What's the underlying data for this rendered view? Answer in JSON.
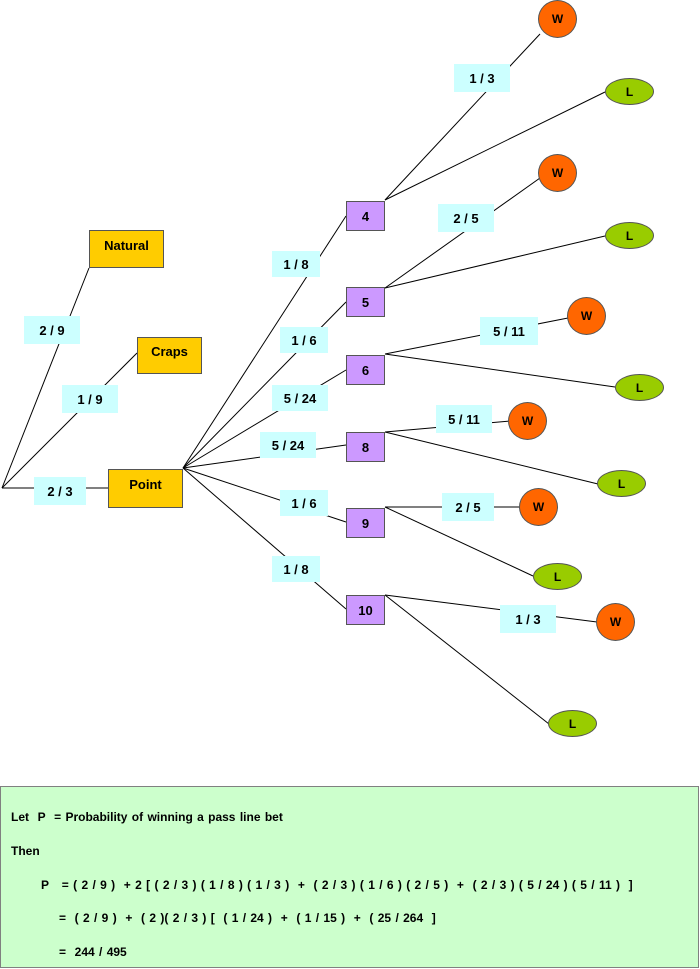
{
  "initial_outcomes": {
    "natural": {
      "label": "Natural",
      "prob": "2 / 9"
    },
    "craps": {
      "label": "Craps",
      "prob": "1 / 9"
    },
    "point": {
      "label": "Point",
      "prob": "2 / 3"
    }
  },
  "points": [
    {
      "number": "4",
      "prob": "1 / 8",
      "win_prob": "1 / 3"
    },
    {
      "number": "5",
      "prob": "1 / 6",
      "win_prob": "2 / 5"
    },
    {
      "number": "6",
      "prob": "5 / 24",
      "win_prob": "5 / 11"
    },
    {
      "number": "8",
      "prob": "5 / 24",
      "win_prob": "5 / 11"
    },
    {
      "number": "9",
      "prob": "1 / 6",
      "win_prob": "2 / 5"
    },
    {
      "number": "10",
      "prob": "1 / 8",
      "win_prob": "1 / 3"
    }
  ],
  "outcome_labels": {
    "win": "W",
    "lose": "L"
  },
  "colors": {
    "initial_node": "#ffcc00",
    "point_node": "#cc99ff",
    "probability_label": "#ccffff",
    "win": "#ff6600",
    "lose": "#99cc00",
    "formula_panel": "#ccffcc"
  },
  "formula": {
    "line1": "Let  P  = Probability of winning a pass line bet",
    "line2": "Then",
    "line3": "P   = ( 2 / 9 )  + 2 [ ( 2 / 3 ) ( 1 / 8 ) ( 1 / 3 )  +  ( 2 / 3 ) ( 1 / 6 ) ( 2 / 5 )  +  ( 2 / 3 ) ( 5 / 24 ) ( 5 / 11 )  ]",
    "line4": "=  ( 2 / 9 )  +  ( 2 )( 2 / 3 ) [  ( 1 / 24 )  +  ( 1 / 15 )  +  ( 25 / 264  ]",
    "line5": "=  244 / 495"
  }
}
